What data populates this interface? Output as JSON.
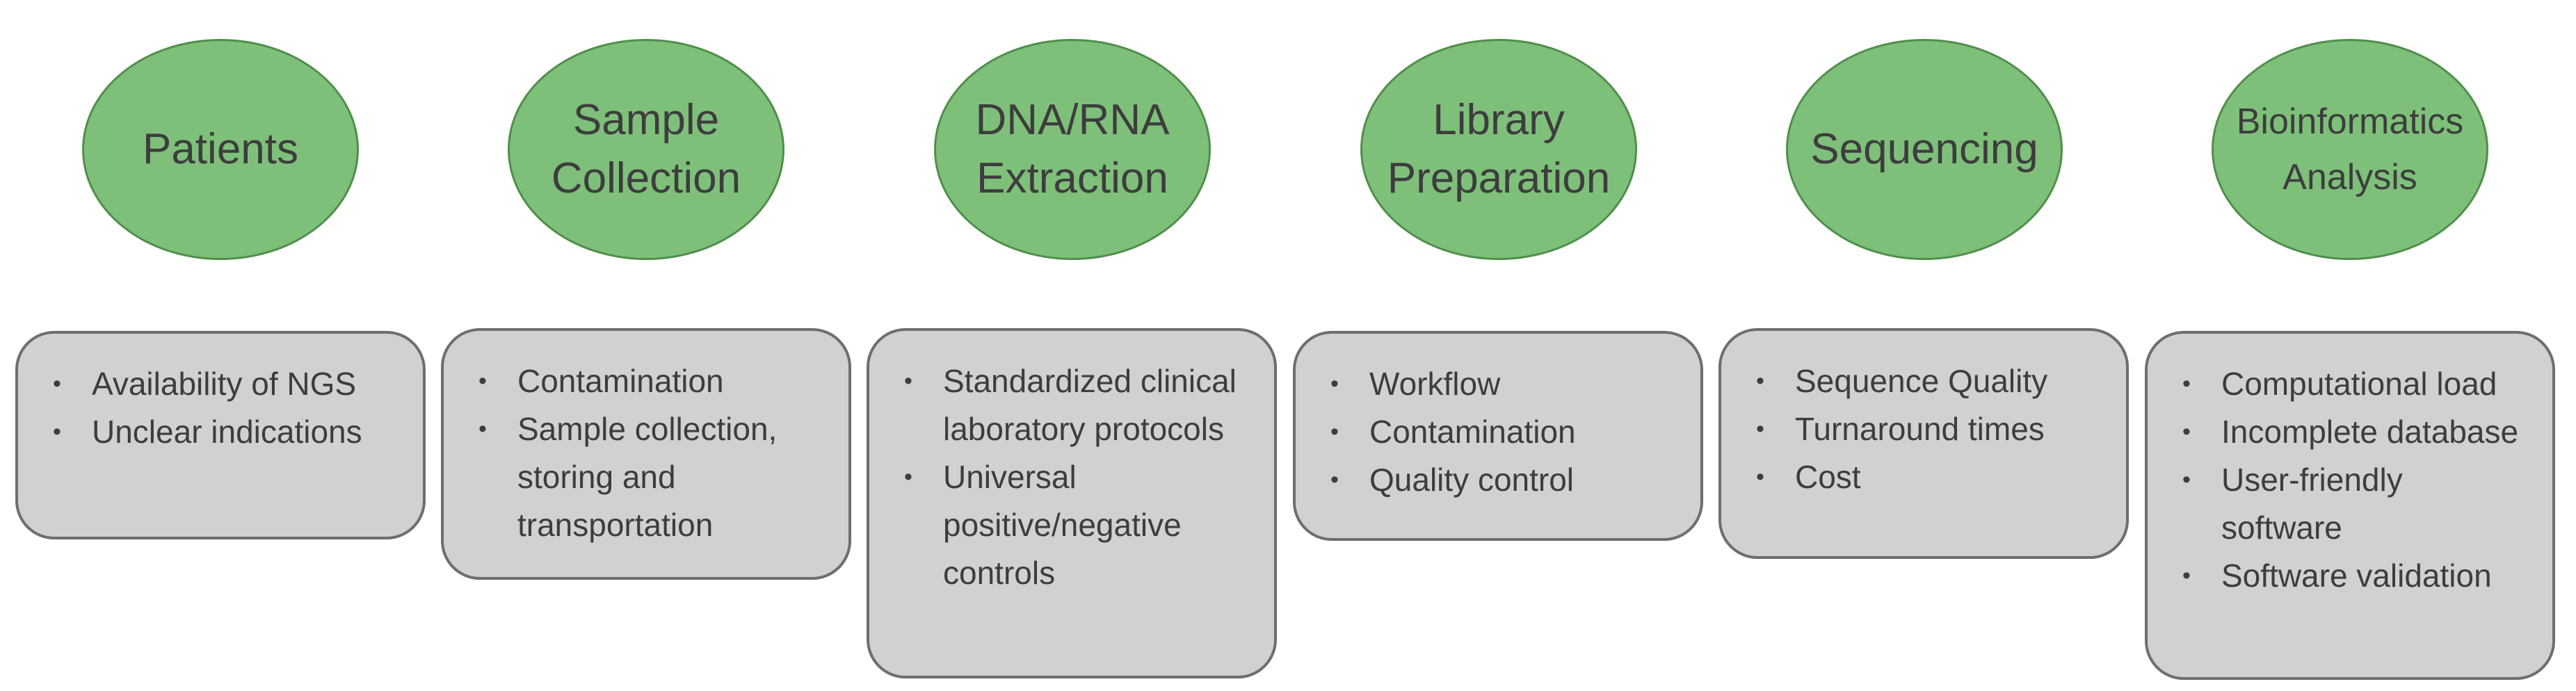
{
  "steps": [
    {
      "title": "Patients",
      "challenges": [
        "Availability of NGS",
        "Unclear indications"
      ]
    },
    {
      "title": "Sample\nCollection",
      "challenges": [
        "Contamination",
        "Sample collection, storing and transportation"
      ]
    },
    {
      "title": "DNA/RNA\nExtraction",
      "challenges": [
        "Standardized clinical laboratory protocols",
        "Universal positive/negative controls"
      ]
    },
    {
      "title": "Library\nPreparation",
      "challenges": [
        "Workflow",
        "Contamination",
        "Quality control"
      ]
    },
    {
      "title": "Sequencing",
      "challenges": [
        "Sequence Quality",
        "Turnaround times",
        "Cost"
      ]
    },
    {
      "title": "Bioinformatics\nAnalysis",
      "challenges": [
        "Computational load",
        "Incomplete database",
        "User-friendly software",
        "Software validation"
      ]
    }
  ]
}
